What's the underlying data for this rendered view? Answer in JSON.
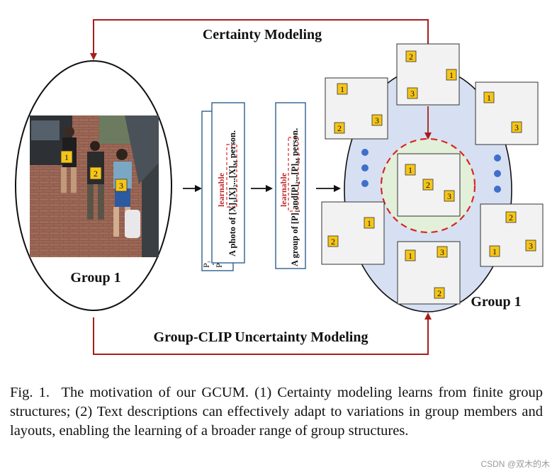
{
  "figure": {
    "top_label": "Certainty Modeling",
    "bottom_label": "Group-CLIP Uncertainty Modeling",
    "group_label_left": "Group 1",
    "group_label_right": "Group 1",
    "person_tags": [
      "1",
      "2",
      "3"
    ],
    "prompt_card_1": {
      "learnable": "learnable",
      "text_prefix": "A photo of ",
      "tokens": [
        "[X]",
        "1",
        "[X]",
        "2",
        "...[X]",
        "M"
      ],
      "text_suffix": " person.",
      "back_labels": [
        "P",
        "1",
        "P",
        "2"
      ]
    },
    "prompt_card_2": {
      "learnable": "learnable",
      "text_prefix": "A group of ",
      "tokens": [
        "[P]",
        "1",
        "and[P]",
        "2",
        "...[P]",
        "M"
      ],
      "text_suffix": " person."
    },
    "layout_tags": [
      "1",
      "2",
      "3"
    ]
  },
  "caption": {
    "label": "Fig. 1.",
    "text": "The motivation of our GCUM. (1) Certainty modeling learns from finite group structures; (2) Text descriptions can effectively adapt to variations in group members and layouts, enabling the learning of a broader range of group structures."
  },
  "watermark": "CSDN @双木的木",
  "colors": {
    "dark_red": "#a81c1c",
    "dashed_red": "#d92525",
    "tag_yellow": "#f5c518",
    "blue_region": "#d6e0f2",
    "green_region": "#e3f0d9",
    "dot_blue": "#3f6fc9"
  }
}
